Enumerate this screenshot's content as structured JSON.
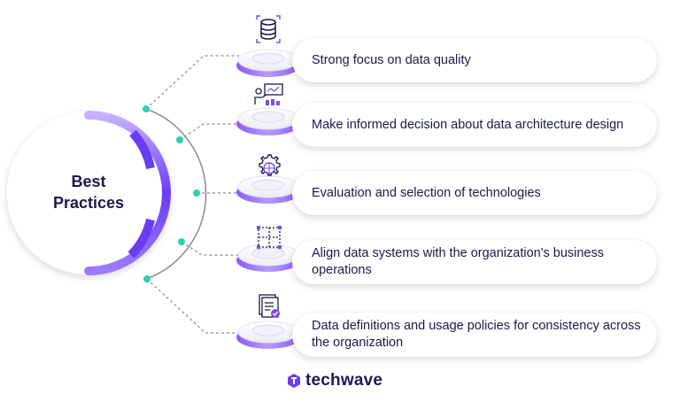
{
  "hub": {
    "line1": "Best",
    "line2": "Practices"
  },
  "items": [
    {
      "text": "Strong focus on data quality",
      "icon": "database-icon"
    },
    {
      "text": "Make informed decision about data architecture design",
      "icon": "presentation-icon"
    },
    {
      "text": "Evaluation and selection of technologies",
      "icon": "globe-gear-icon"
    },
    {
      "text": "Align data systems with the organization's business operations",
      "icon": "grid-layout-icon"
    },
    {
      "text": "Data definitions and usage policies for consistency across the organization",
      "icon": "documents-check-icon"
    }
  ],
  "logo": {
    "text": "techwave"
  },
  "colors": {
    "primary": "#6a3df2",
    "violet": "#7b4cf5",
    "teal": "#2bd1b0",
    "navy": "#1a1a4a",
    "gray_line": "#8a8a9a"
  }
}
